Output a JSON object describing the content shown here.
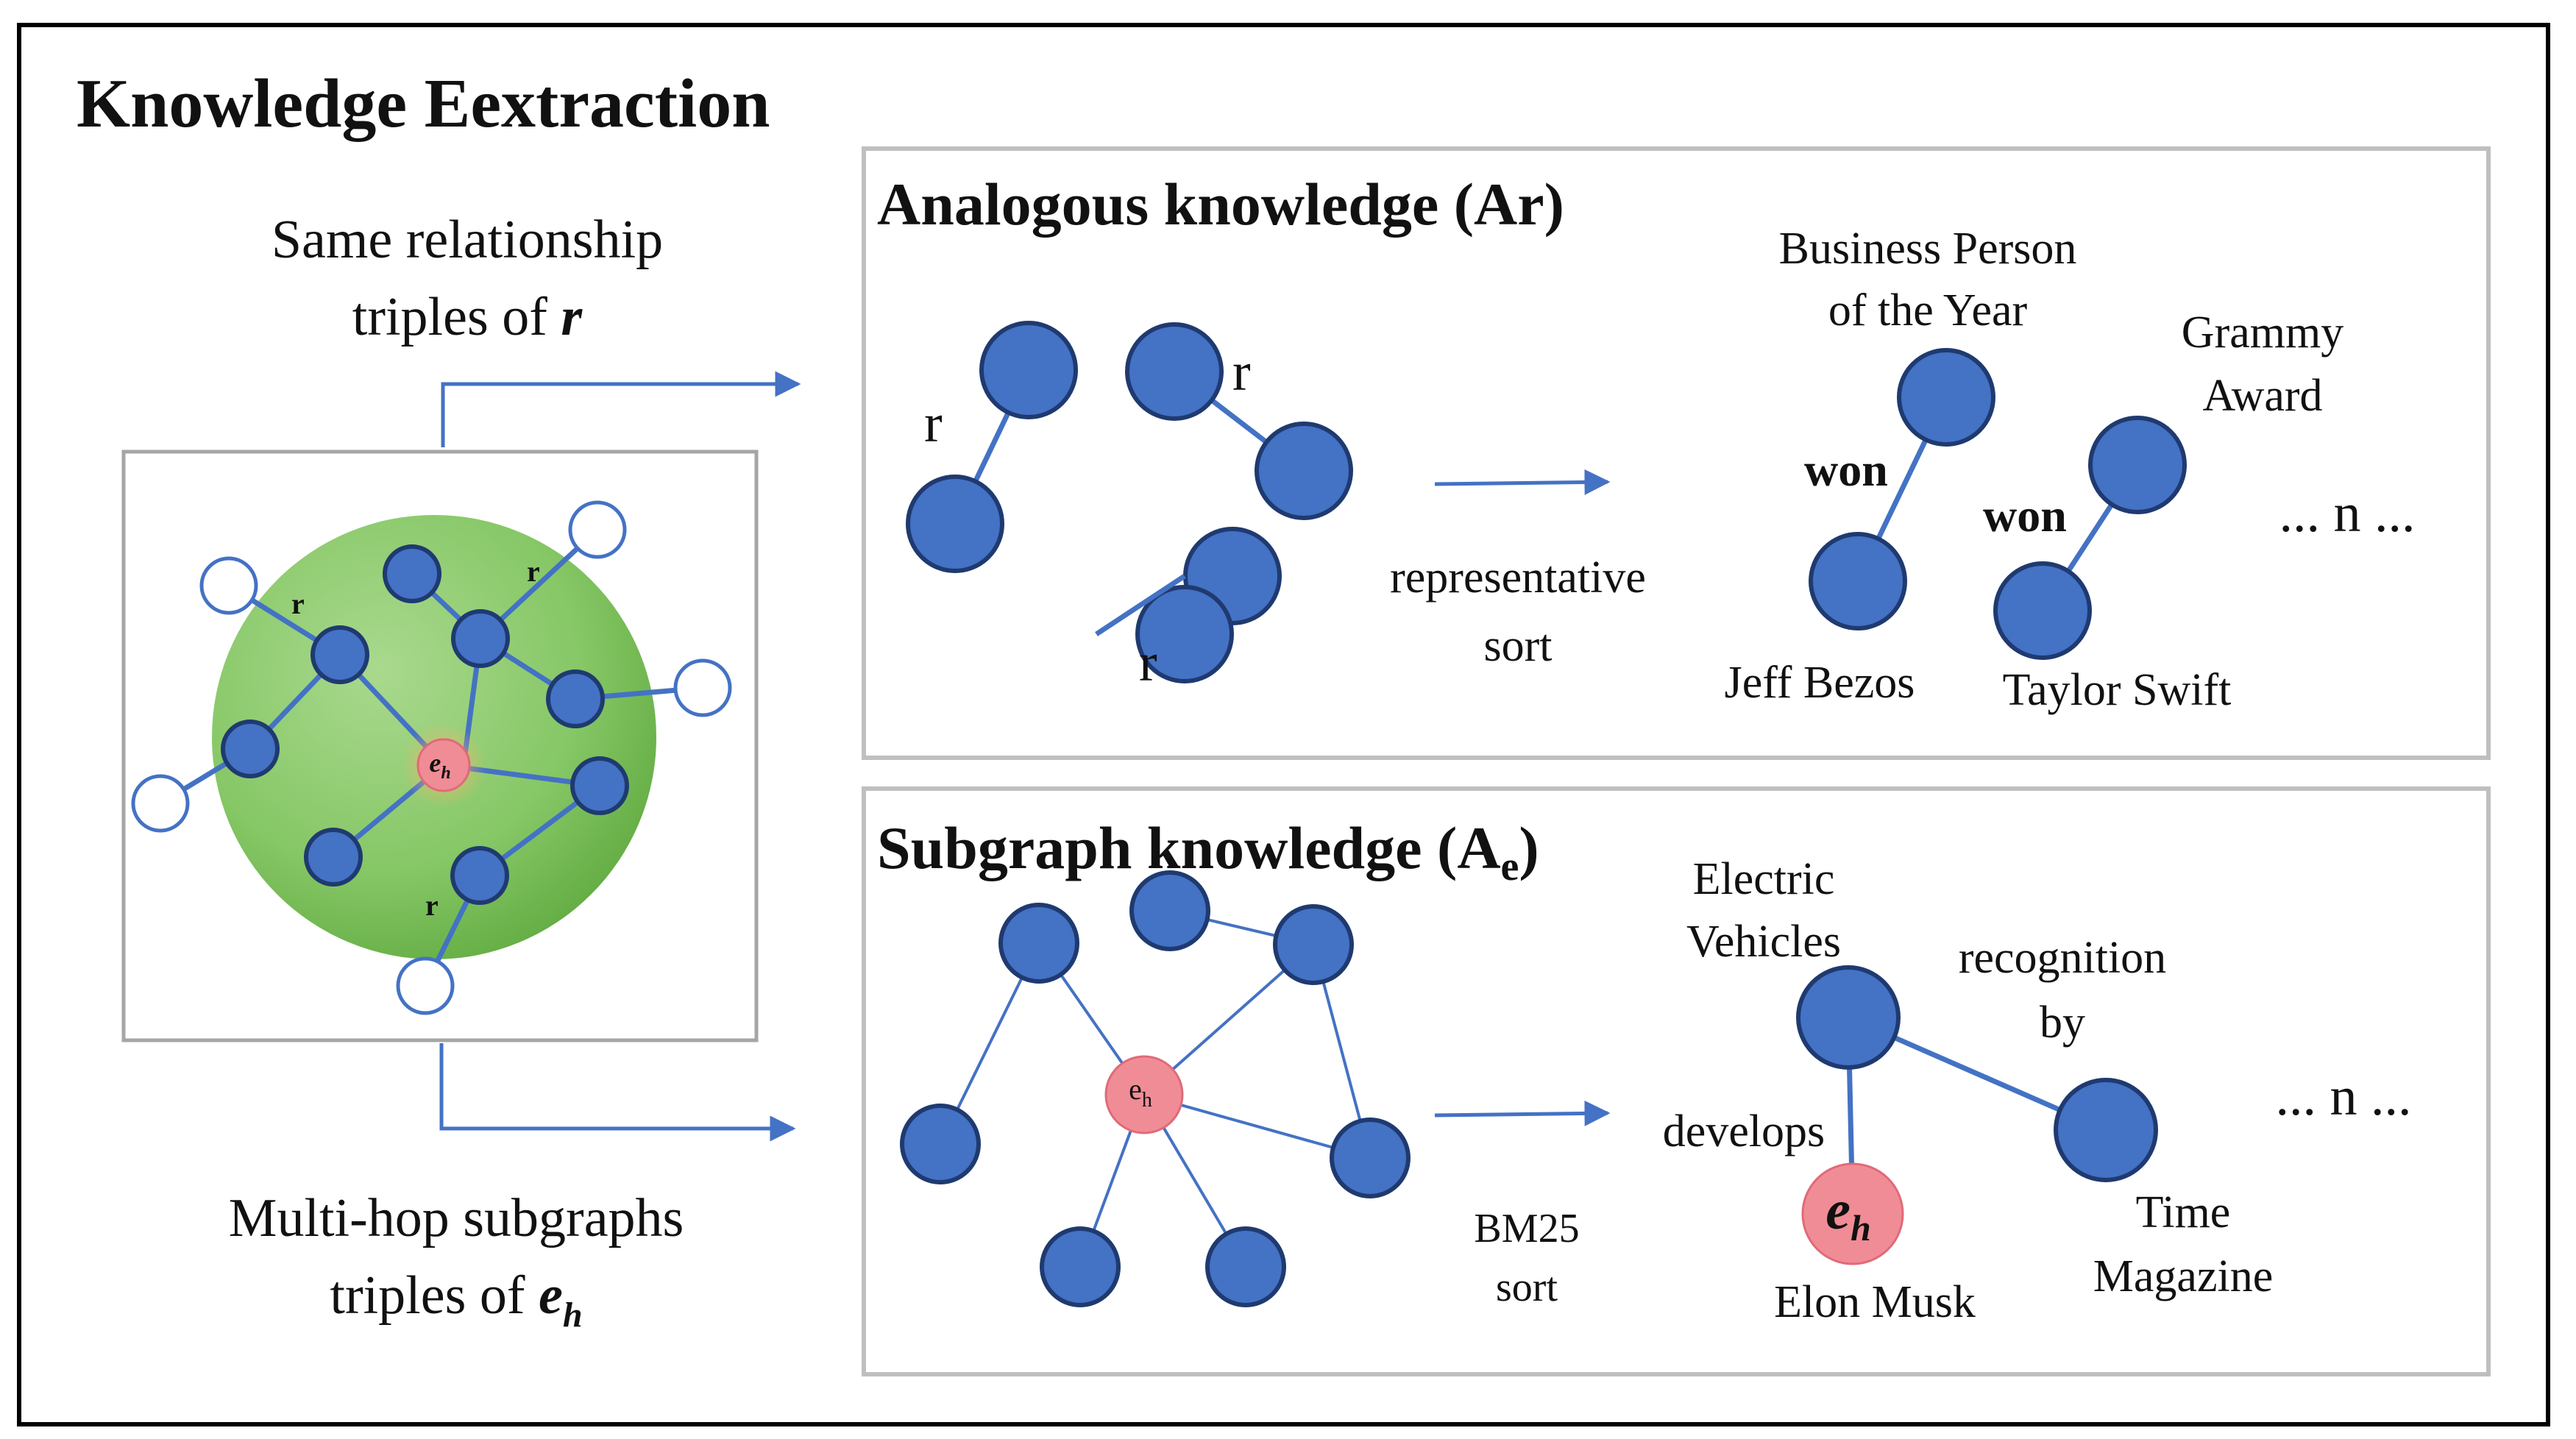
{
  "title": "Knowledge Eextraction",
  "left": {
    "top_caption_line1": "Same relationship",
    "top_caption_line2_prefix": "triples of ",
    "top_caption_line2_var": "r",
    "bottom_caption_line1": "Multi-hop subgraphs",
    "bottom_caption_line2_prefix": "triples of ",
    "bottom_caption_line2_var": "e",
    "bottom_caption_line2_sub": "h",
    "graph": {
      "edge_label": "r",
      "center_label": "e",
      "center_sub": "h"
    }
  },
  "analogous": {
    "title": "Analogous knowledge (Ar)",
    "edge_label": "r",
    "arrow_label_line1": "representative",
    "arrow_label_line2": "sort",
    "example1": {
      "head": "Jeff Bezos",
      "relation": "won",
      "tail_line1": "Business Person",
      "tail_line2": "of the Year"
    },
    "example2": {
      "head": "Taylor Swift",
      "relation": "won",
      "tail_line1": "Grammy",
      "tail_line2": "Award"
    },
    "ellipsis": "... n ..."
  },
  "subgraph": {
    "title_prefix": "Subgraph knowledge (A",
    "title_sub": "e",
    "title_suffix": ")",
    "center_label": "e",
    "center_sub": "h",
    "arrow_label_line1": "BM25",
    "arrow_label_line2": "sort",
    "example": {
      "center_label": "e",
      "center_sub": "h",
      "center_caption": "Elon Musk",
      "relation1": "develops",
      "node1_line1": "Electric",
      "node1_line2": "Vehicles",
      "relation2_line1": "recognition",
      "relation2_line2": "by",
      "node2_line1": "Time",
      "node2_line2": "Magazine"
    },
    "ellipsis": "... n ..."
  },
  "colors": {
    "node": "#4472C4",
    "node_stroke": "#1F3A70",
    "center_node": "#F08C96",
    "sphere": "#7DC05A",
    "frame": "#000000",
    "panel_border": "#BFBFBF"
  }
}
